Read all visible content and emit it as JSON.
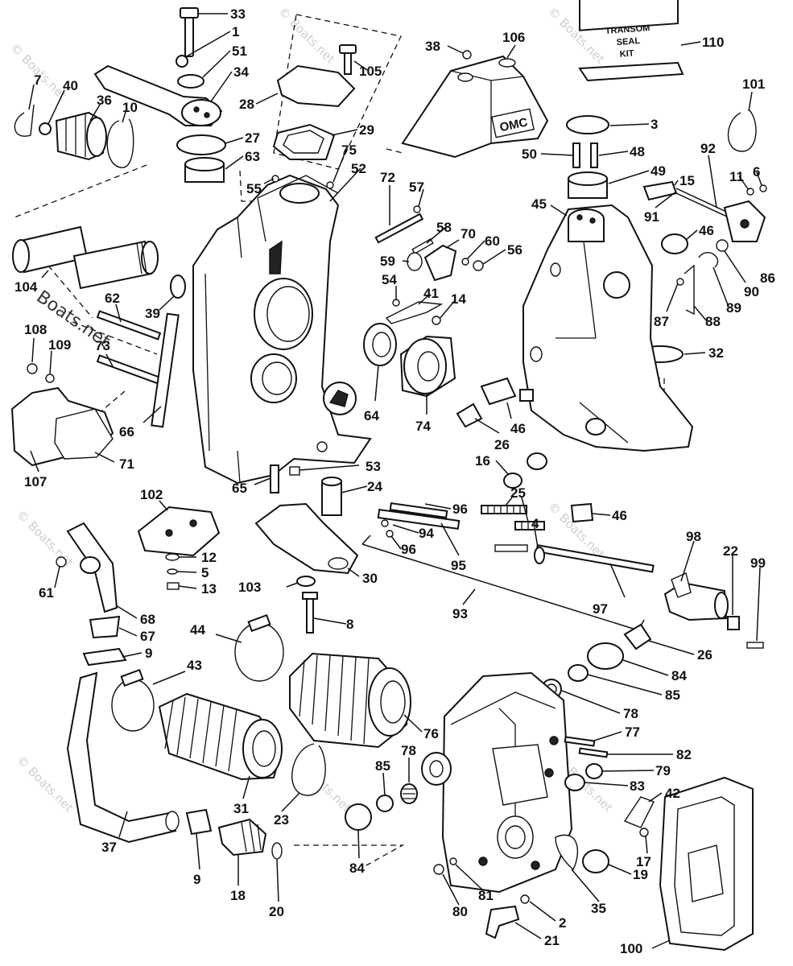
{
  "callouts": {
    "c33": "33",
    "c1": "1",
    "c51": "51",
    "c34": "34",
    "c7": "7",
    "c40": "40",
    "c36": "36",
    "c10": "10",
    "c27": "27",
    "c63": "63",
    "c105": "105",
    "c28": "28",
    "c29": "29",
    "c38": "38",
    "c106": "106",
    "c110": "110",
    "c101": "101",
    "c3": "3",
    "c50": "50",
    "c48": "48",
    "c49": "49",
    "c92": "92",
    "c11": "11",
    "c6": "6",
    "c15": "15",
    "c91": "91",
    "c45": "45",
    "c46a": "46",
    "c86": "86",
    "c90": "90",
    "c89": "89",
    "c87": "87",
    "c88": "88",
    "c32": "32",
    "c75": "75",
    "c55": "55",
    "c52": "52",
    "c72": "72",
    "c57": "57",
    "c58": "58",
    "c70": "70",
    "c60": "60",
    "c56": "56",
    "c59": "59",
    "c54": "54",
    "c41": "41",
    "c14": "14",
    "c104": "104",
    "c39": "39",
    "c62": "62",
    "c108": "108",
    "c109": "109",
    "c73": "73",
    "c66": "66",
    "c107": "107",
    "c71": "71",
    "c64": "64",
    "c74": "74",
    "c26a": "26",
    "c46b": "46",
    "c16": "16",
    "c53": "53",
    "c65": "65",
    "c24": "24",
    "c102": "102",
    "c12": "12",
    "c5": "5",
    "c13": "13",
    "c61": "61",
    "c68": "68",
    "c67": "67",
    "c9a": "9",
    "c30": "30",
    "c103": "103",
    "c8": "8",
    "c96a": "96",
    "c25": "25",
    "c46c": "46",
    "c94": "94",
    "c96b": "96",
    "c4": "4",
    "c95": "95",
    "c97": "97",
    "c93": "93",
    "c98": "98",
    "c22": "22",
    "c99": "99",
    "c26b": "26",
    "c84a": "84",
    "c85a": "85",
    "c78a": "78",
    "c44": "44",
    "c43": "43",
    "c76": "76",
    "c77": "77",
    "c82": "82",
    "c79": "79",
    "c83": "83",
    "c42": "42",
    "c17": "17",
    "c19": "19",
    "c31": "31",
    "c23": "23",
    "c85b": "85",
    "c78b": "78",
    "c84b": "84",
    "c37": "37",
    "c9b": "9",
    "c18": "18",
    "c20": "20",
    "c80": "80",
    "c81": "81",
    "c35": "35",
    "c2": "2",
    "c21": "21",
    "c100": "100"
  },
  "kit_box": {
    "line1": "TRANSOM",
    "line2": "SEAL",
    "line3": "KIT"
  },
  "logo": "OMC",
  "watermark": {
    "text": "© Boats.net",
    "copyright": "©",
    "brand": "Boats.net"
  }
}
